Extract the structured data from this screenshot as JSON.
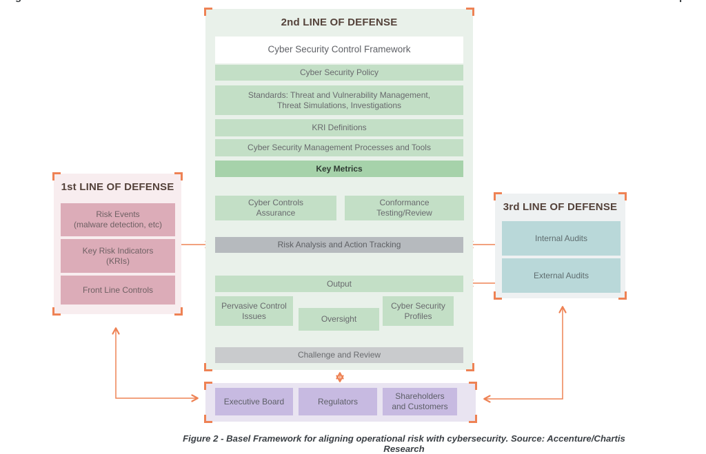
{
  "colors": {
    "accent_orange": "#ee8254",
    "panel_green": "#e9f1ea",
    "box_green": "#c3dfc6",
    "box_green_dark": "#a6d2aa",
    "box_gray": "#b6babe",
    "box_gray_light": "#c9cbcd",
    "panel_pink": "#f8edef",
    "box_pink": "#dcacb8",
    "panel_gray": "#eef1f2",
    "box_teal": "#b9d8d9",
    "panel_purple": "#e9e4f1",
    "box_purple": "#c7bae1",
    "title_brown": "#54423a",
    "text_gray": "#68696d",
    "caption_dark": "#3b4045"
  },
  "fragments": {
    "top_left": "g",
    "top_right": "p"
  },
  "first_line": {
    "title": "1st LINE OF DEFENSE",
    "risk_events": "Risk Events\n(malware detection, etc)",
    "key_risk_indicators": "Key Risk Indicators\n(KRIs)",
    "front_line_controls": "Front Line Controls"
  },
  "second_line": {
    "title": "2nd LINE OF DEFENSE",
    "framework": "Cyber Security Control Framework",
    "policy": "Cyber Security Policy",
    "standards": "Standards: Threat and Vulnerability Management,\nThreat Simulations, Investigations",
    "kri_definitions": "KRI Definitions",
    "processes": "Cyber Security Management Processes and Tools",
    "key_metrics": "Key Metrics",
    "assurance": "Cyber Controls\nAssurance",
    "conformance": "Conformance\nTesting/Review",
    "risk_analysis": "Risk Analysis and Action Tracking",
    "output": "Output",
    "pervasive": "Pervasive Control\nIssues",
    "oversight": "Oversight",
    "profiles": "Cyber Security\nProfiles",
    "challenge": "Challenge and Review"
  },
  "third_line": {
    "title": "3rd LINE OF DEFENSE",
    "internal_audits": "Internal Audits",
    "external_audits": "External Audits"
  },
  "stakeholders": {
    "executive_board": "Executive Board",
    "regulators": "Regulators",
    "shareholders": "Shareholders\nand Customers"
  },
  "caption": "Figure 2 - Basel Framework for aligning operational risk with cybersecurity. Source: Accenture/Chartis Research"
}
